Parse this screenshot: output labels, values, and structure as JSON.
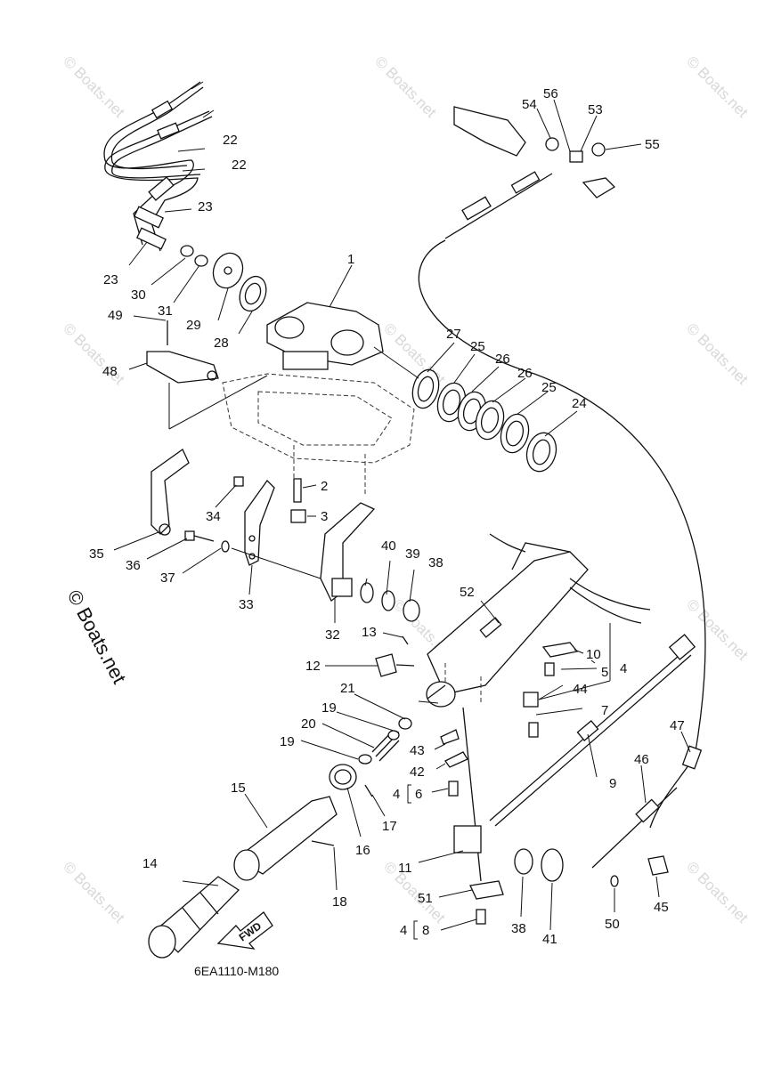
{
  "diagram": {
    "code": "6EA1110-M180",
    "copyright": "© Boats.net",
    "watermark": "© Boats.net",
    "fwd_label": "FWD",
    "callouts": [
      {
        "id": "c1",
        "text": "1"
      },
      {
        "id": "c2",
        "text": "2"
      },
      {
        "id": "c3",
        "text": "3"
      },
      {
        "id": "c4a",
        "text": "4"
      },
      {
        "id": "c4b",
        "text": "4"
      },
      {
        "id": "c4c",
        "text": "4"
      },
      {
        "id": "c5",
        "text": "5"
      },
      {
        "id": "c6",
        "text": "6"
      },
      {
        "id": "c7",
        "text": "7"
      },
      {
        "id": "c8",
        "text": "8"
      },
      {
        "id": "c9",
        "text": "9"
      },
      {
        "id": "c10",
        "text": "10"
      },
      {
        "id": "c11",
        "text": "11"
      },
      {
        "id": "c12",
        "text": "12"
      },
      {
        "id": "c13",
        "text": "13"
      },
      {
        "id": "c14",
        "text": "14"
      },
      {
        "id": "c15",
        "text": "15"
      },
      {
        "id": "c16",
        "text": "16"
      },
      {
        "id": "c17",
        "text": "17"
      },
      {
        "id": "c18",
        "text": "18"
      },
      {
        "id": "c19a",
        "text": "19"
      },
      {
        "id": "c19b",
        "text": "19"
      },
      {
        "id": "c20",
        "text": "20"
      },
      {
        "id": "c21",
        "text": "21"
      },
      {
        "id": "c22a",
        "text": "22"
      },
      {
        "id": "c22b",
        "text": "22"
      },
      {
        "id": "c23a",
        "text": "23"
      },
      {
        "id": "c23b",
        "text": "23"
      },
      {
        "id": "c24",
        "text": "24"
      },
      {
        "id": "c25a",
        "text": "25"
      },
      {
        "id": "c25b",
        "text": "25"
      },
      {
        "id": "c26a",
        "text": "26"
      },
      {
        "id": "c26b",
        "text": "26"
      },
      {
        "id": "c27",
        "text": "27"
      },
      {
        "id": "c28",
        "text": "28"
      },
      {
        "id": "c29",
        "text": "29"
      },
      {
        "id": "c30",
        "text": "30"
      },
      {
        "id": "c31",
        "text": "31"
      },
      {
        "id": "c32",
        "text": "32"
      },
      {
        "id": "c33",
        "text": "33"
      },
      {
        "id": "c34",
        "text": "34"
      },
      {
        "id": "c35",
        "text": "35"
      },
      {
        "id": "c36",
        "text": "36"
      },
      {
        "id": "c37",
        "text": "37"
      },
      {
        "id": "c38a",
        "text": "38"
      },
      {
        "id": "c38b",
        "text": "38"
      },
      {
        "id": "c39",
        "text": "39"
      },
      {
        "id": "c40",
        "text": "40"
      },
      {
        "id": "c41",
        "text": "41"
      },
      {
        "id": "c42",
        "text": "42"
      },
      {
        "id": "c43",
        "text": "43"
      },
      {
        "id": "c44",
        "text": "44"
      },
      {
        "id": "c45",
        "text": "45"
      },
      {
        "id": "c46",
        "text": "46"
      },
      {
        "id": "c47",
        "text": "47"
      },
      {
        "id": "c48",
        "text": "48"
      },
      {
        "id": "c49",
        "text": "49"
      },
      {
        "id": "c50",
        "text": "50"
      },
      {
        "id": "c51",
        "text": "51"
      },
      {
        "id": "c52",
        "text": "52"
      },
      {
        "id": "c53",
        "text": "53"
      },
      {
        "id": "c54",
        "text": "54"
      },
      {
        "id": "c55",
        "text": "55"
      },
      {
        "id": "c56",
        "text": "56"
      }
    ]
  }
}
